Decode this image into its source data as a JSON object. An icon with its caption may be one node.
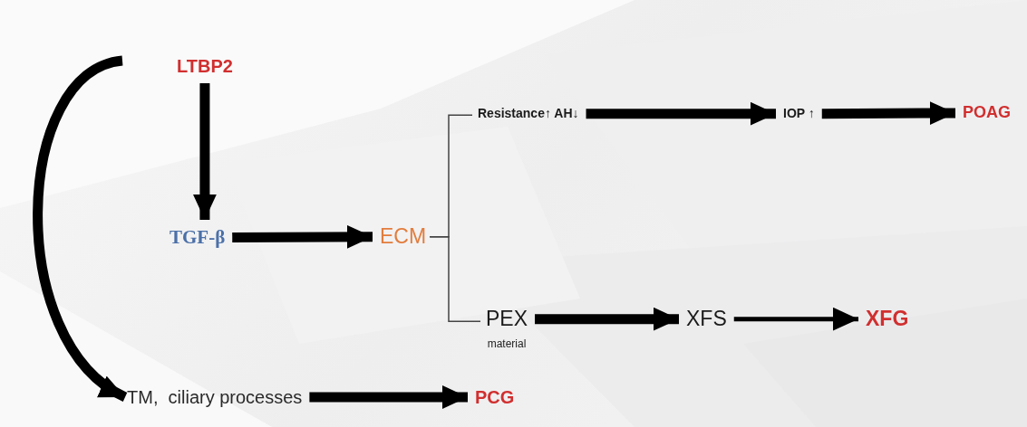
{
  "diagram": {
    "nodes": [
      {
        "text": [
          "LTBP2"
        ]
      },
      {
        "text": [
          "TGF-β"
        ]
      },
      {
        "text": [
          "ECM"
        ]
      },
      {
        "text": [
          "Resistance↑ AH↓"
        ]
      },
      {
        "text": [
          "IOP ↑"
        ]
      },
      {
        "text": [
          "POAG"
        ]
      },
      {
        "text": [
          "PEX"
        ],
        "beside": [
          "material"
        ]
      },
      {
        "text": [
          "XFS"
        ]
      },
      {
        "text": [
          "XFG"
        ]
      },
      {
        "text": [
          "TM,  ciliary processes"
        ]
      },
      {
        "text": [
          "PCG"
        ]
      }
    ],
    "edges": [
      {
        "from": 0,
        "to": 1,
        "arrow": "to"
      },
      {
        "from": 1,
        "to": 2,
        "arrow": "to"
      },
      {
        "from": 2,
        "to": 3,
        "arrow": "none"
      },
      {
        "from": 2,
        "to": 6,
        "arrow": "none"
      },
      {
        "from": 3,
        "to": 4,
        "arrow": "to"
      },
      {
        "from": 4,
        "to": 5,
        "arrow": "to"
      },
      {
        "from": 6,
        "to": 7,
        "arrow": "to"
      },
      {
        "from": 7,
        "to": 8,
        "arrow": "to"
      },
      {
        "from": 0,
        "to": 9,
        "arrow": "to"
      },
      {
        "from": 9,
        "to": 10,
        "arrow": "to"
      }
    ]
  }
}
